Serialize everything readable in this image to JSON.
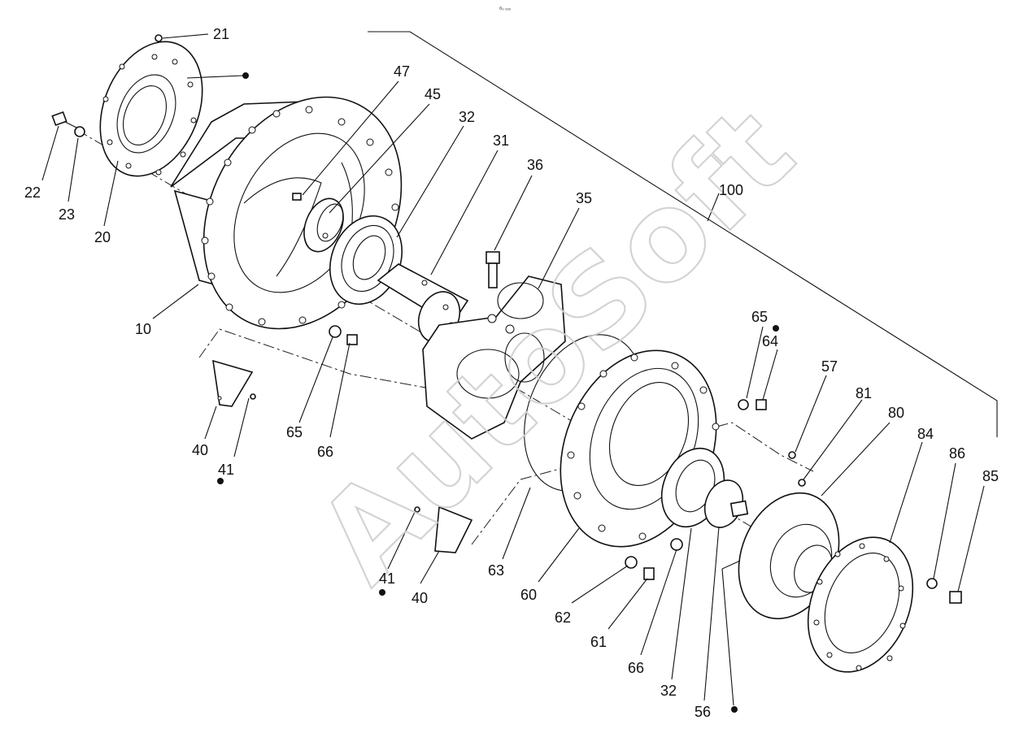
{
  "header_mark": "¤ₒ ₒₒₒ",
  "watermark": "AutoSoft",
  "callouts": [
    {
      "label": "21"
    },
    {
      "label": "22"
    },
    {
      "label": "23"
    },
    {
      "label": "20"
    },
    {
      "label": "10"
    },
    {
      "label": "47"
    },
    {
      "label": "45"
    },
    {
      "label": "32"
    },
    {
      "label": "31"
    },
    {
      "label": "36"
    },
    {
      "label": "35"
    },
    {
      "label": "100"
    },
    {
      "label": "40"
    },
    {
      "label": "41"
    },
    {
      "label": "65"
    },
    {
      "label": "66"
    },
    {
      "label": "65"
    },
    {
      "label": "64"
    },
    {
      "label": "57"
    },
    {
      "label": "81"
    },
    {
      "label": "80"
    },
    {
      "label": "84"
    },
    {
      "label": "86"
    },
    {
      "label": "85"
    },
    {
      "label": "41"
    },
    {
      "label": "40"
    },
    {
      "label": "63"
    },
    {
      "label": "60"
    },
    {
      "label": "62"
    },
    {
      "label": "61"
    },
    {
      "label": "66"
    },
    {
      "label": "32"
    },
    {
      "label": "56"
    }
  ]
}
